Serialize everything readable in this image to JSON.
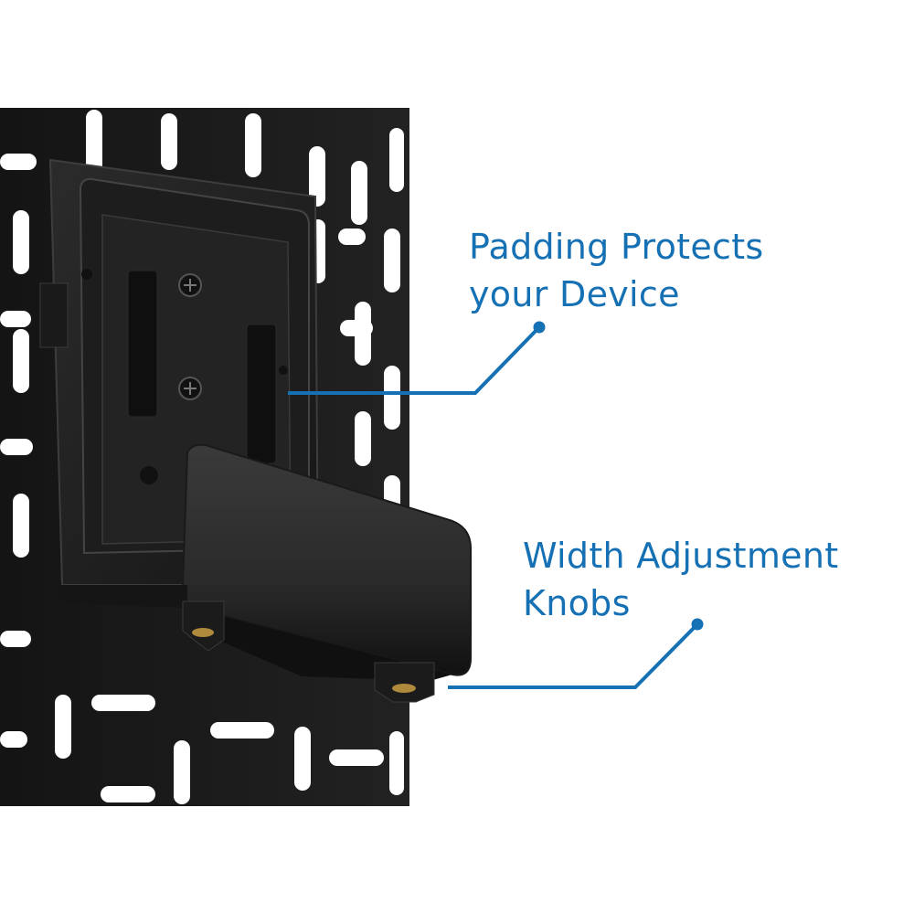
{
  "image": {
    "subject": "black pegboard-mounted device holder bracket with padded clamp",
    "background_color": "#ffffff",
    "accent_color": "#1570b4",
    "panel_color": "#1c1c1c"
  },
  "callouts": [
    {
      "id": "padding",
      "lines": [
        "Padding Protects",
        "your Device"
      ],
      "pointer": {
        "start": [
          315,
          430
        ],
        "elbow": [
          520,
          430
        ],
        "dot": [
          590,
          358
        ]
      }
    },
    {
      "id": "knobs",
      "lines": [
        "Width Adjustment",
        "Knobs"
      ],
      "pointer": {
        "start": [
          490,
          752
        ],
        "elbow": [
          695,
          752
        ],
        "dot": [
          763,
          683
        ]
      }
    }
  ]
}
